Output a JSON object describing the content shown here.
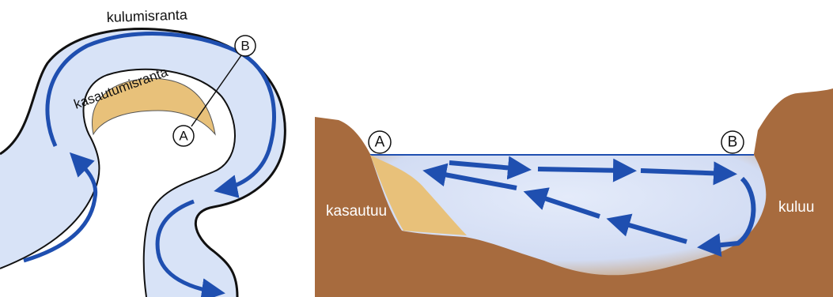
{
  "plan_view": {
    "label_outer_bank": "kulumisranta",
    "label_inner_bank": "kasautumisranta",
    "point_a": "A",
    "point_b": "B"
  },
  "cross_section": {
    "point_a": "A",
    "point_b": "B",
    "label_left": "kasautuu",
    "label_right": "kuluu"
  },
  "colors": {
    "water": "#d8e3f7",
    "flow_arrow": "#1f4fb0",
    "sediment": "#e8c17a",
    "earth": "#a76b3e",
    "earth_dark": "#8a5530"
  },
  "icons": {
    "flow_arrow": "arrow-right-icon"
  }
}
